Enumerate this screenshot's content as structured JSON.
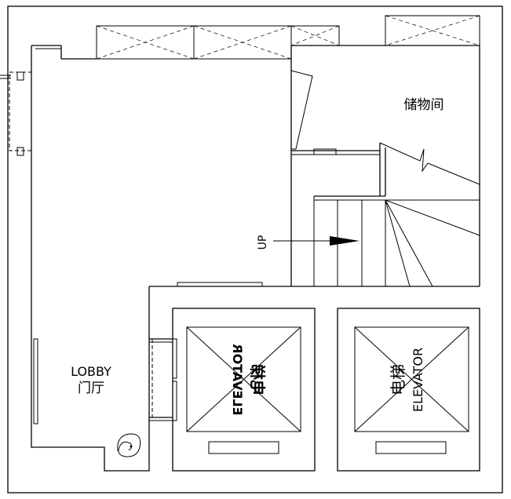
{
  "labels": {
    "storage": "储物间",
    "lobby_en": "LOBBY",
    "lobby_cn": "门厅",
    "up": "UP",
    "elevator1_cn": "电梯",
    "elevator1_en": "ELEVATOR",
    "elevator2_cn": "电梯",
    "elevator2_en": "ELEVATOR"
  }
}
